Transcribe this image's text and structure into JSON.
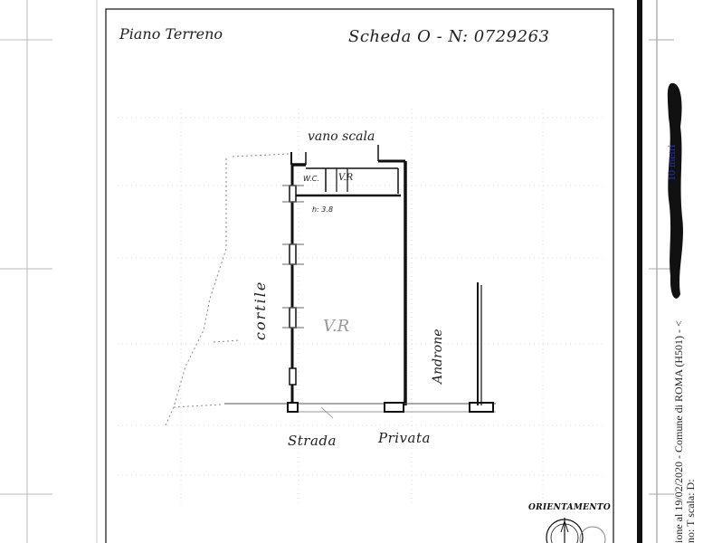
{
  "header": {
    "floor": "Piano Terreno",
    "sheet_number": "Scheda O - N: 0729263"
  },
  "plan": {
    "stair_label": "vano scala",
    "wc_label": "W.C.",
    "small_room_label": "V.R",
    "height_label": "h: 3.8",
    "main_room_label": "V.R",
    "courtyard_label": "cortile",
    "passage_label": "Androne",
    "street_word_1": "Strada",
    "street_word_2": "Privata"
  },
  "orientation": {
    "label": "ORIENTAMENTO"
  },
  "side_text": {
    "scale_link": "10 metri",
    "line1": "ione al 19/02/2020 - Comune di ROMA (H501) - <",
    "line2": "no: T scala: D:"
  }
}
